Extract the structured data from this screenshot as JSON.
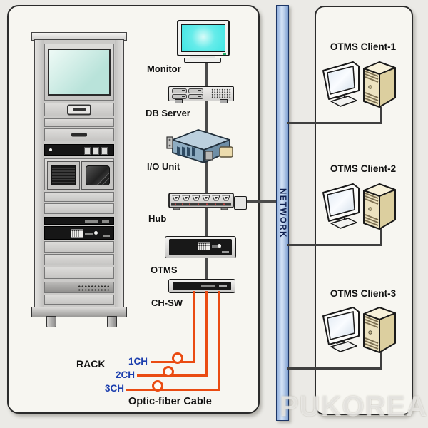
{
  "diagram": {
    "watermark": "PUKOREA",
    "colors": {
      "background": "#ebeae6",
      "panel_bg": "#f7f6f1",
      "network_bar_blue": "#7e9fd0",
      "cable_orange": "#ea4b12",
      "channel_blue": "#1d3fae",
      "connector_gray": "#4a4a4a"
    },
    "left_panel": {
      "rack_label": "RACK",
      "devices": [
        {
          "id": "monitor",
          "label": "Monitor"
        },
        {
          "id": "db-server",
          "label": "DB Server"
        },
        {
          "id": "io-unit",
          "label": "I/O Unit"
        },
        {
          "id": "hub",
          "label": "Hub"
        },
        {
          "id": "otms",
          "label": "OTMS"
        },
        {
          "id": "ch-sw",
          "label": "CH-SW"
        }
      ],
      "channels": [
        {
          "label": "1CH"
        },
        {
          "label": "2CH"
        },
        {
          "label": "3CH"
        }
      ],
      "cable_label": "Optic-fiber Cable"
    },
    "network_bar": {
      "label": "NETWORK"
    },
    "right_panel": {
      "clients": [
        {
          "label": "OTMS Client-1"
        },
        {
          "label": "OTMS Client-2"
        },
        {
          "label": "OTMS Client-3"
        }
      ]
    }
  }
}
